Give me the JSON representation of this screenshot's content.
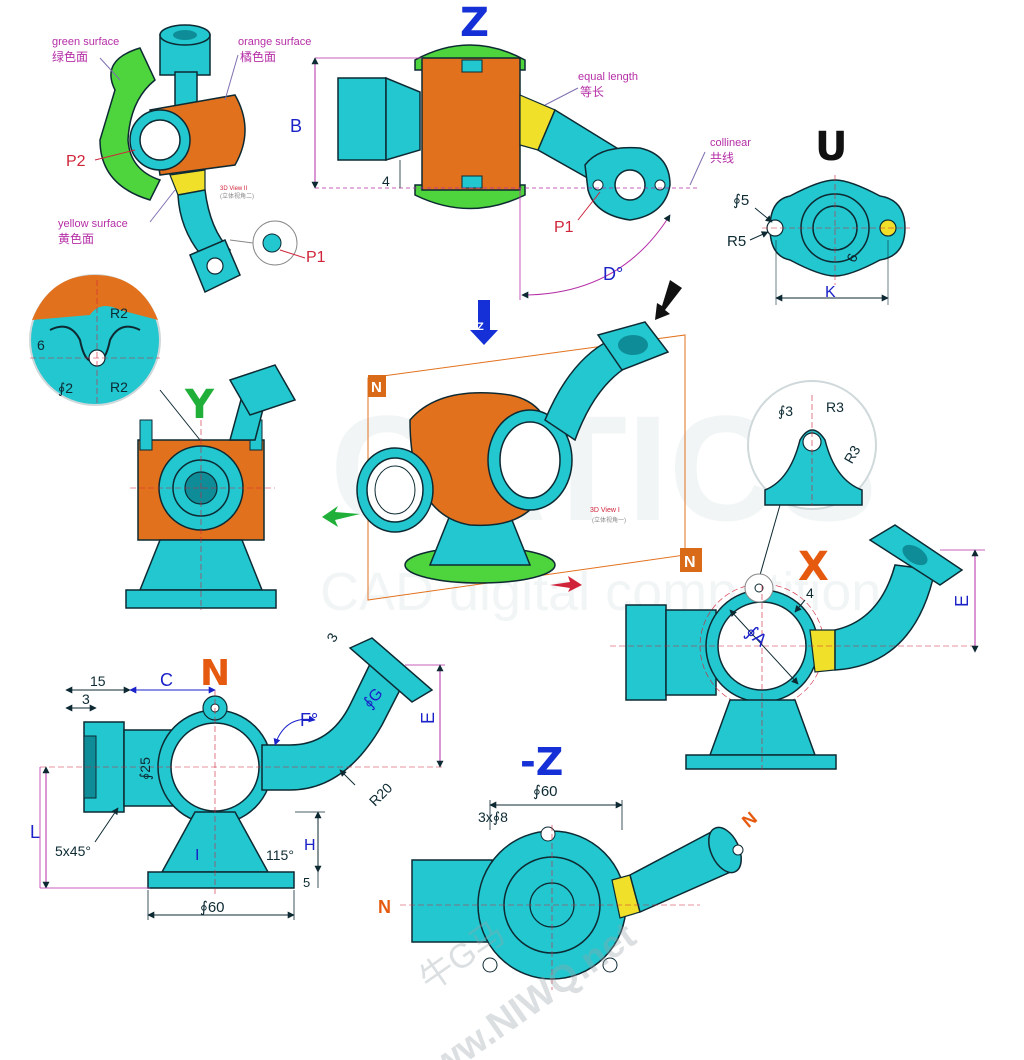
{
  "colors": {
    "cyan": "#22c7cf",
    "cyan_dark": "#0e8d98",
    "orange": "#e2711d",
    "green": "#4ed43c",
    "yellow": "#f0e02a",
    "outline": "#0d2a33",
    "dim_blue": "#1a22c8",
    "dim_red": "#d0243a",
    "dim_magenta": "#b52ea6",
    "line_purple": "#7f6fb0",
    "view_blue": "#1530d6",
    "view_green": "#20b03a",
    "view_orange": "#e65a10",
    "view_black": "#111111",
    "pin_bg": "#d86a18",
    "watermark": "#e8eef0"
  },
  "views": {
    "z": "Z",
    "u": "U",
    "y": "Y",
    "x": "X",
    "n": "N",
    "minus_z": "-Z",
    "n_small_1": "N",
    "n_small_2": "N",
    "n_bottom_left": "N",
    "n_bottom_right": "N"
  },
  "top_left": {
    "green_surface_en": "green surface",
    "green_surface_cn": "绿色面",
    "orange_surface_en": "orange surface",
    "orange_surface_cn": "橘色面",
    "yellow_surface_en": "yellow surface",
    "yellow_surface_cn": "黄色面",
    "p2": "P2",
    "p1": "P1",
    "view_label_en": "3D View II",
    "view_label_cn": "(立体视角二)"
  },
  "z_view": {
    "b": "B",
    "four": "4",
    "equal_length_en": "equal length",
    "equal_length_cn": "等长",
    "collinear_en": "collinear",
    "collinear_cn": "共线",
    "p1": "P1",
    "d": "D°"
  },
  "u_view": {
    "dia5": "∮5",
    "r5": "R5",
    "six": "6",
    "k": "K"
  },
  "y_view": {
    "r2a": "R2",
    "r2b": "R2",
    "six": "6",
    "dia2": "∮2"
  },
  "center_view": {
    "view_label_en": "3D View I",
    "view_label_cn": "(立体视角一)"
  },
  "x_view": {
    "dia3": "∮3",
    "r3a": "R3",
    "r3b": "R3",
    "four": "4",
    "dia_a": "∮A",
    "e": "E"
  },
  "n_view": {
    "fifteen": "15",
    "three": "3",
    "c": "C",
    "three_top": "3",
    "dia_g": "∮G",
    "f": "F°",
    "e": "E",
    "dia25": "∮25",
    "r20": "R20",
    "l": "L",
    "chamfer": "5x45°",
    "i": "I",
    "angle115": "115°",
    "h": "H",
    "five": "5",
    "dia60": "∮60"
  },
  "mz_view": {
    "dia60": "∮60",
    "holes": "3x∮8"
  },
  "watermark": {
    "brand": "CATICS",
    "sub": "CAD digital competition",
    "cn": "牛G马",
    "url": "www.NIWQ.net"
  }
}
